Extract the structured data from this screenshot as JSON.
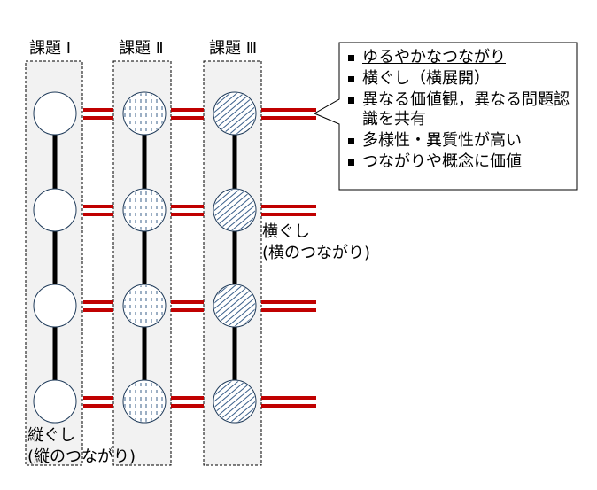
{
  "columns": [
    {
      "title": "課題 Ⅰ",
      "pattern": "plain"
    },
    {
      "title": "課題 Ⅱ",
      "pattern": "vertical-dash"
    },
    {
      "title": "課題 Ⅲ",
      "pattern": "diagonal"
    }
  ],
  "rows": 4,
  "callout": {
    "items": [
      "ゆるやかなつながり",
      "横ぐし（横展開）",
      "異なる価値観，異なる問題認識を共有",
      "多様性・異質性が高い",
      "つながりや概念に価値"
    ]
  },
  "labels": {
    "horizontal_line1": "横ぐし",
    "horizontal_line2": "(横のつながり)",
    "vertical_line1": "縦ぐし",
    "vertical_line2": "(縦のつながり)"
  },
  "colors": {
    "link_red": "#c00000",
    "node_pattern": "#3a5f8a",
    "panel_fill": "#f2f2f2",
    "stroke": "#000000"
  }
}
